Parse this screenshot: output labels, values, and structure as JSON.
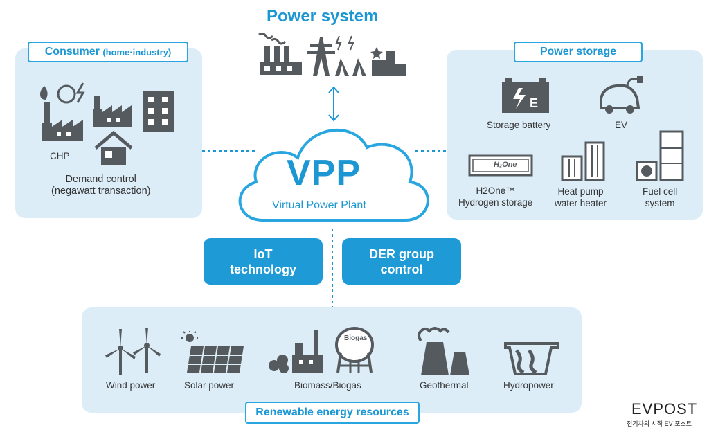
{
  "top": {
    "title": "Power system"
  },
  "vpp": {
    "title": "VPP",
    "subtitle": "Virtual Power Plant"
  },
  "consumer": {
    "title": "Consumer",
    "title_sub": "(home·industry)",
    "chp": "CHP",
    "demand_line1": "Demand control",
    "demand_line2": "(negawatt transaction)"
  },
  "storage": {
    "title": "Power storage",
    "battery": "Storage battery",
    "ev": "EV",
    "h2_line1": "H2One™",
    "h2_line2": "Hydrogen storage",
    "h2_logo": "H₂One",
    "heatpump_line1": "Heat pump",
    "heatpump_line2": "water heater",
    "fuelcell_line1": "Fuel cell",
    "fuelcell_line2": "system"
  },
  "middle": {
    "iot_line1": "IoT",
    "iot_line2": "technology",
    "der_line1": "DER group",
    "der_line2": "control"
  },
  "renewable": {
    "title": "Renewable energy resources",
    "wind": "Wind power",
    "solar": "Solar power",
    "biomass": "Biomass/Biogas",
    "biogas_tank": "Biogas",
    "geothermal": "Geothermal",
    "hydro": "Hydropower"
  },
  "brand": {
    "name": "EVPOST",
    "tagline": "전기차의 시작 EV 포스트"
  },
  "colors": {
    "accent": "#1e9bd7",
    "panel": "#dcedf8",
    "icon": "#555a5e"
  }
}
